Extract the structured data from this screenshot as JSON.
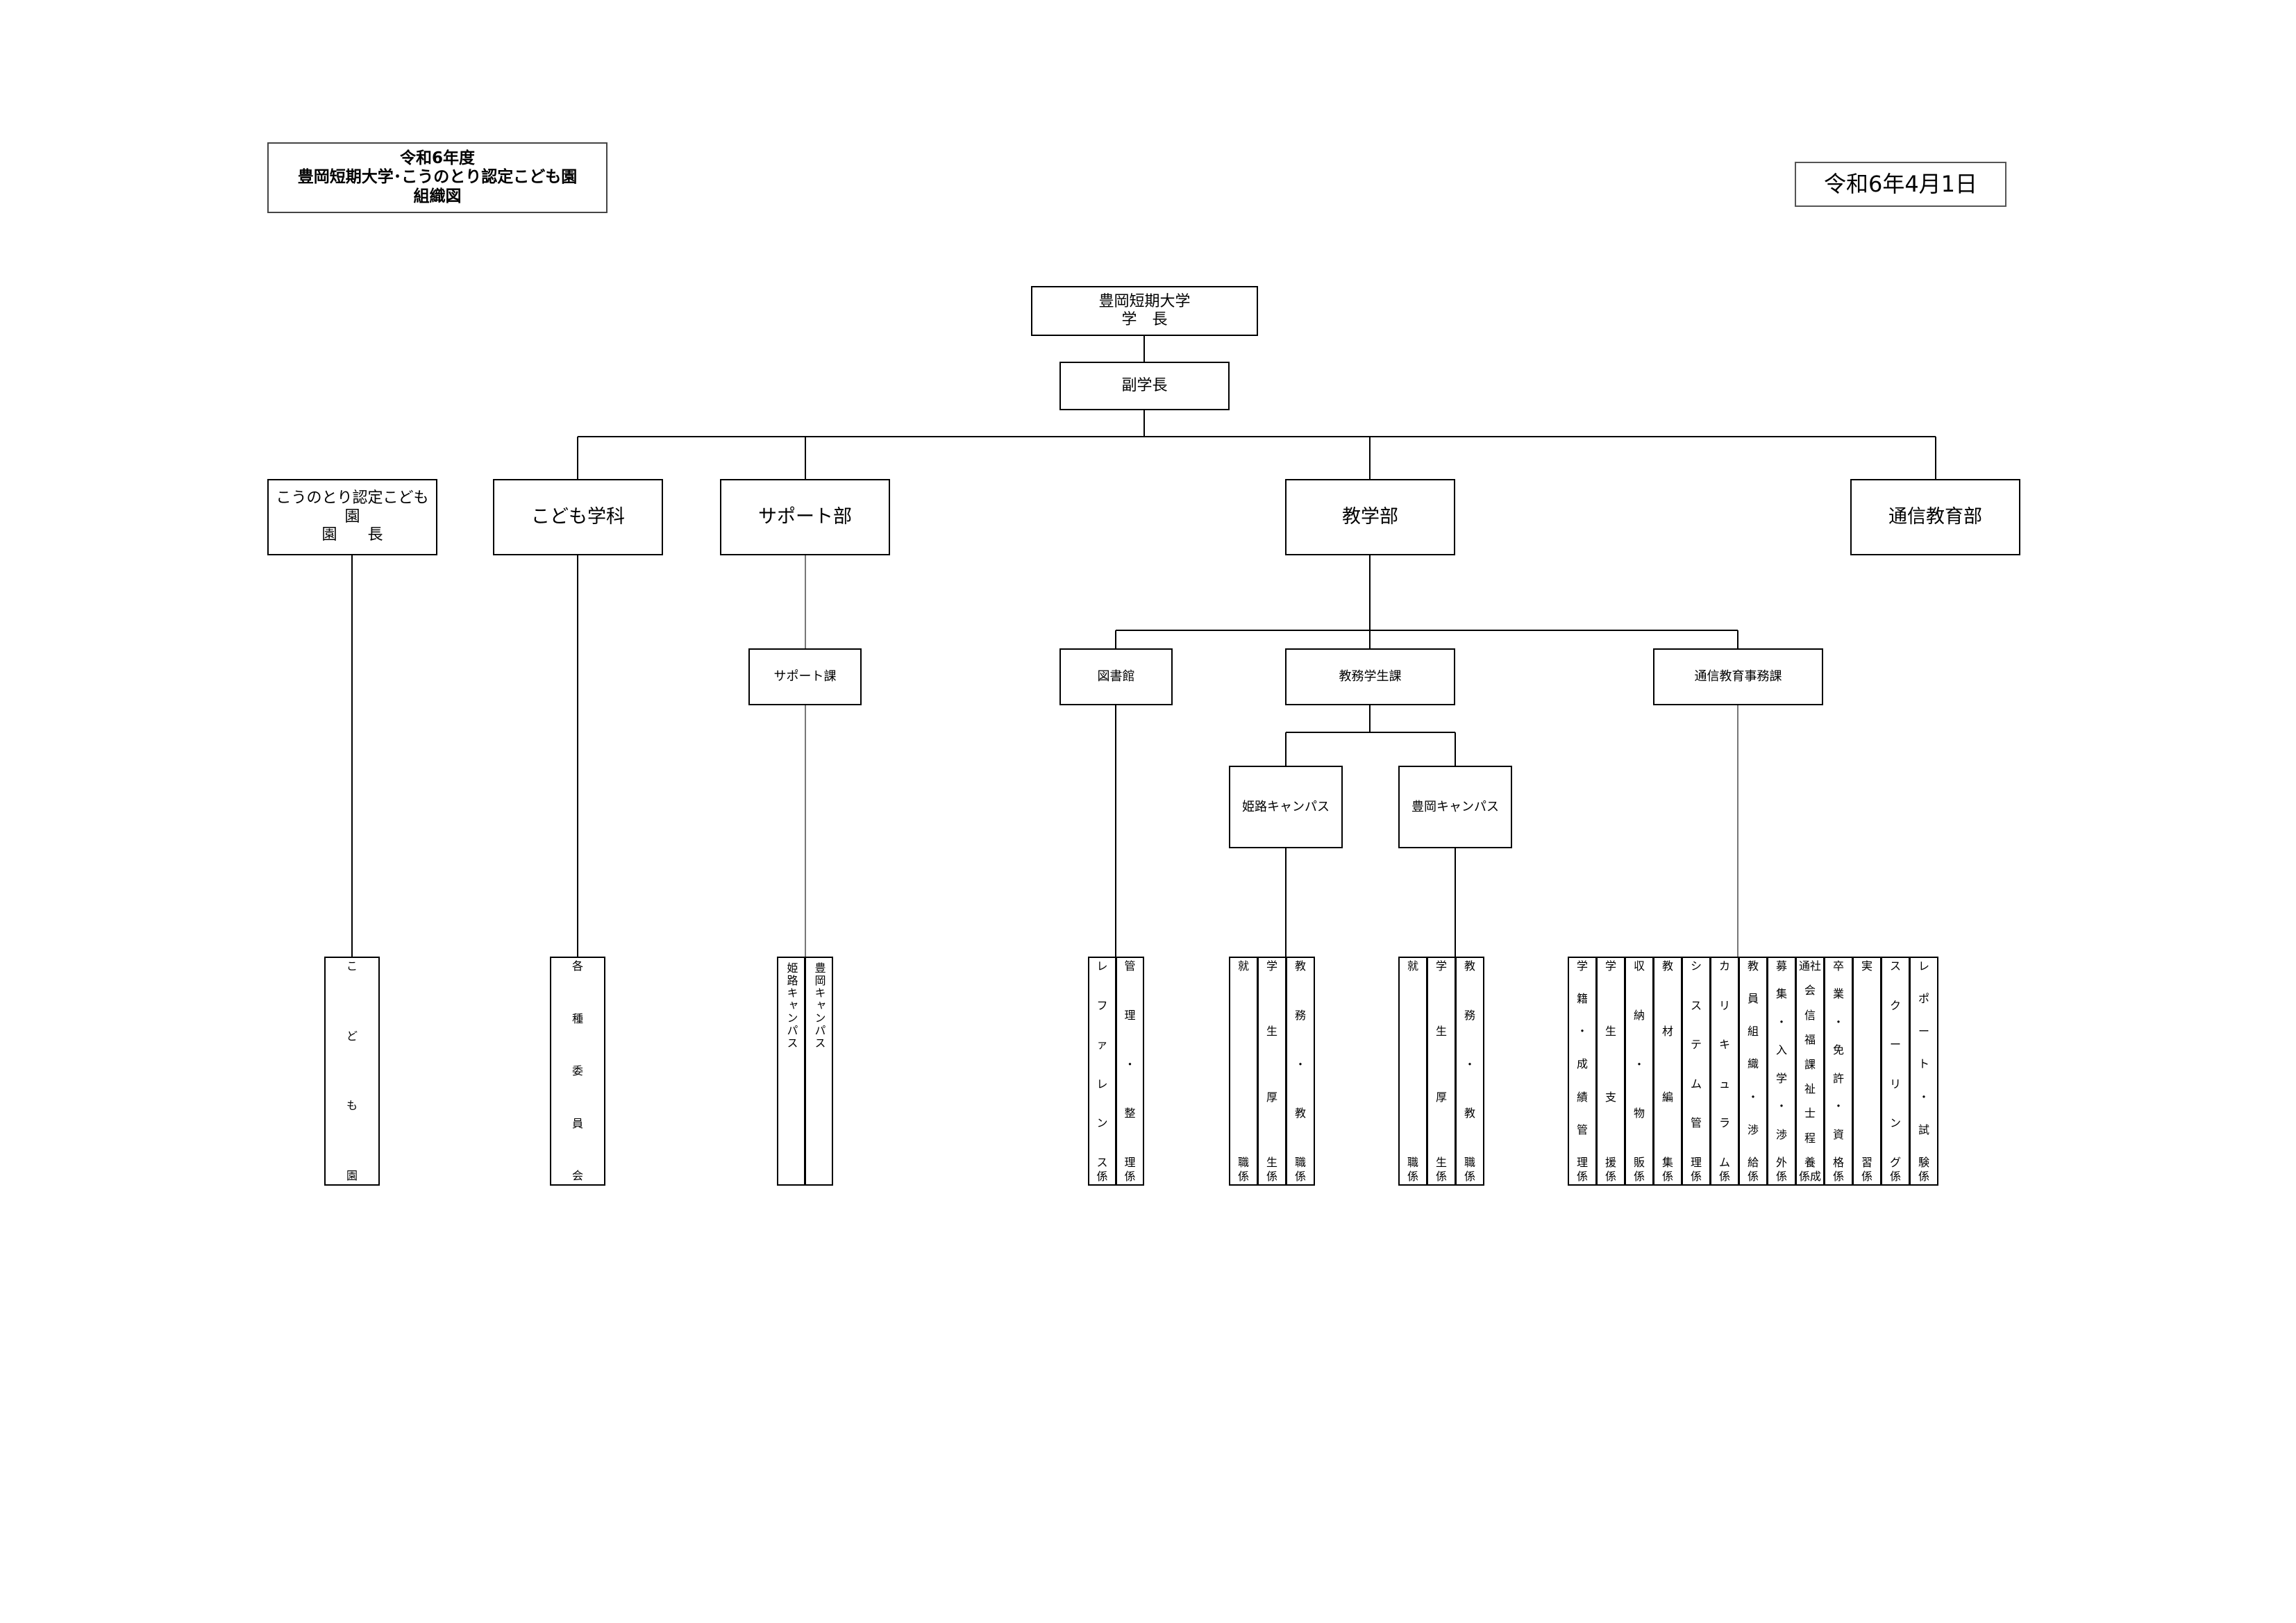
{
  "header": {
    "title_lines": [
      "令和6年度",
      "豊岡短期大学･こうのとり認定こども園",
      "組織図"
    ],
    "date": "令和6年4月1日"
  },
  "org": {
    "president": [
      "豊岡短期大学",
      "学　長"
    ],
    "vice_president": "副学長",
    "divisions": {
      "kodomoen": [
        "こうのとり認定こども園",
        "園　　長"
      ],
      "kodomo_gakka": "こども学科",
      "support_bu": "サポート部",
      "kyogaku_bu": "教学部",
      "tsushin_bu": "通信教育部"
    },
    "sections": {
      "support_ka": "サポート課",
      "toshokan": "図書館",
      "kyomu_gakusei_ka": "教務学生課",
      "tsushin_jimu_ka": "通信教育事務課"
    },
    "campuses": {
      "himeji": "姫路キャンパス",
      "toyooka": "豊岡キャンパス"
    }
  },
  "leaves": {
    "kodomoen": [
      "こ",
      "ど",
      "も",
      "園"
    ],
    "kodomo_gakka": [
      "各",
      "種",
      "委",
      "員",
      "会"
    ],
    "support": [
      "姫路キャンパス",
      "豊岡キャンパス"
    ],
    "library": [
      {
        "chars": [
          "レ",
          "フ",
          "ァ",
          "レ",
          "ン",
          "ス"
        ],
        "suffix": "係"
      },
      {
        "chars": [
          "管",
          "理",
          "・",
          "整",
          "理"
        ],
        "suffix": "係"
      }
    ],
    "himeji": [
      {
        "chars": [
          "就",
          "職"
        ],
        "suffix": "係"
      },
      {
        "chars": [
          "学",
          "生",
          "厚",
          "生"
        ],
        "suffix": "係"
      },
      {
        "chars": [
          "教",
          "務",
          "・",
          "教",
          "職"
        ],
        "suffix": "係"
      }
    ],
    "toyooka": [
      {
        "chars": [
          "就",
          "職"
        ],
        "suffix": "係"
      },
      {
        "chars": [
          "学",
          "生",
          "厚",
          "生"
        ],
        "suffix": "係"
      },
      {
        "chars": [
          "教",
          "務",
          "・",
          "教",
          "職"
        ],
        "suffix": "係"
      }
    ],
    "tsushin": [
      {
        "chars": [
          "学",
          "籍",
          "・",
          "成",
          "績",
          "管",
          "理"
        ],
        "suffix": "係"
      },
      {
        "chars": [
          "学",
          "生",
          "支",
          "援"
        ],
        "suffix": "係"
      },
      {
        "chars": [
          "収",
          "納",
          "・",
          "物",
          "販"
        ],
        "suffix": "係"
      },
      {
        "chars": [
          "教",
          "材",
          "編",
          "集"
        ],
        "suffix": "係"
      },
      {
        "chars": [
          "シ",
          "ス",
          "テ",
          "ム",
          "管",
          "理"
        ],
        "suffix": "係"
      },
      {
        "chars": [
          "カ",
          "リ",
          "キ",
          "ュ",
          "ラ",
          "ム"
        ],
        "suffix": "係"
      },
      {
        "chars": [
          "教",
          "員",
          "組",
          "織",
          "・",
          "渉",
          "給"
        ],
        "suffix": "係"
      },
      {
        "chars": [
          "募",
          "集",
          "・",
          "入",
          "学",
          "・",
          "渉",
          "外"
        ],
        "suffix": "係"
      },
      {
        "chars": [
          "通社",
          "会",
          "信",
          "福",
          "課",
          "祉",
          "士",
          "程",
          "養"
        ],
        "suffix": "係成"
      },
      {
        "chars": [
          "卒",
          "業",
          "・",
          "免",
          "許",
          "・",
          "資",
          "格"
        ],
        "suffix": "係"
      },
      {
        "chars": [
          "実",
          "習"
        ],
        "suffix": "係"
      },
      {
        "chars": [
          "ス",
          "ク",
          "ー",
          "リ",
          "ン",
          "グ"
        ],
        "suffix": "係"
      },
      {
        "chars": [
          "レ",
          "ポ",
          "ー",
          "ト",
          "・",
          "試",
          "験"
        ],
        "suffix": "係"
      }
    ]
  }
}
